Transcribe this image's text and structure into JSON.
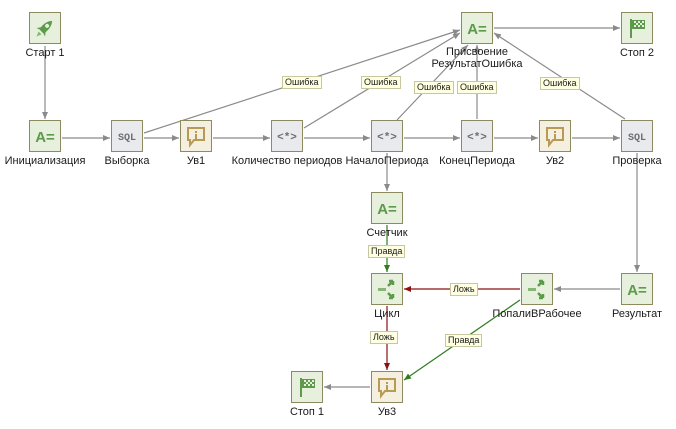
{
  "diagram": {
    "nodes": [
      {
        "id": "start1",
        "label": "Старт 1",
        "icon": "rocket-icon",
        "style": "green"
      },
      {
        "id": "init",
        "label": "Инициализация",
        "icon": "assign-icon",
        "style": "green"
      },
      {
        "id": "select",
        "label": "Выборка",
        "icon": "sql-icon",
        "style": "gray"
      },
      {
        "id": "uv1",
        "label": "Ув1",
        "icon": "notification-icon",
        "style": "yellow"
      },
      {
        "id": "count",
        "label": "Количество периодов",
        "icon": "expression-icon",
        "style": "gray"
      },
      {
        "id": "pstart",
        "label": "НачалоПериода",
        "icon": "expression-icon",
        "style": "gray"
      },
      {
        "id": "pend",
        "label": "КонецПериода",
        "icon": "expression-icon",
        "style": "gray"
      },
      {
        "id": "uv2",
        "label": "Ув2",
        "icon": "notification-icon",
        "style": "yellow"
      },
      {
        "id": "check",
        "label": "Проверка",
        "icon": "sql-icon",
        "style": "gray"
      },
      {
        "id": "assignerr",
        "label": "Присвоение\nРезультатОшибка",
        "label_line1": "Присвоение",
        "label_line2": "РезультатОшибка",
        "icon": "assign-icon",
        "style": "green"
      },
      {
        "id": "stop2",
        "label": "Стоп 2",
        "icon": "finish-flag-icon",
        "style": "green"
      },
      {
        "id": "counter",
        "label": "Счетчик",
        "icon": "assign-icon",
        "style": "green"
      },
      {
        "id": "loop",
        "label": "Цикл",
        "icon": "branch-icon",
        "style": "green"
      },
      {
        "id": "inwork",
        "label": "ПопалиВРабочее",
        "icon": "branch-icon",
        "style": "green"
      },
      {
        "id": "result",
        "label": "Результат",
        "icon": "assign-icon",
        "style": "green"
      },
      {
        "id": "uv3",
        "label": "Ув3",
        "icon": "notification-icon",
        "style": "yellow"
      },
      {
        "id": "stop1",
        "label": "Стоп 1",
        "icon": "finish-flag-icon",
        "style": "green"
      }
    ],
    "edges": [
      {
        "from": "start1",
        "to": "init",
        "label": "",
        "kind": "normal"
      },
      {
        "from": "init",
        "to": "select",
        "label": "",
        "kind": "normal"
      },
      {
        "from": "select",
        "to": "uv1",
        "label": "",
        "kind": "normal"
      },
      {
        "from": "uv1",
        "to": "count",
        "label": "",
        "kind": "normal"
      },
      {
        "from": "count",
        "to": "pstart",
        "label": "",
        "kind": "normal"
      },
      {
        "from": "pstart",
        "to": "pend",
        "label": "",
        "kind": "normal"
      },
      {
        "from": "pend",
        "to": "uv2",
        "label": "",
        "kind": "normal"
      },
      {
        "from": "uv2",
        "to": "check",
        "label": "",
        "kind": "normal"
      },
      {
        "from": "assignerr",
        "to": "stop2",
        "label": "",
        "kind": "normal"
      },
      {
        "from": "select",
        "to": "assignerr",
        "label": "Ошибка",
        "kind": "normal"
      },
      {
        "from": "count",
        "to": "assignerr",
        "label": "Ошибка",
        "kind": "normal"
      },
      {
        "from": "pstart",
        "to": "assignerr",
        "label": "Ошибка",
        "kind": "normal"
      },
      {
        "from": "pend",
        "to": "assignerr",
        "label": "Ошибка",
        "kind": "normal"
      },
      {
        "from": "check",
        "to": "assignerr",
        "label": "Ошибка",
        "kind": "normal"
      },
      {
        "from": "pstart",
        "to": "counter",
        "label": "",
        "kind": "normal"
      },
      {
        "from": "counter",
        "to": "loop",
        "label": "Правда",
        "kind": "true"
      },
      {
        "from": "check",
        "to": "result",
        "label": "",
        "kind": "normal"
      },
      {
        "from": "result",
        "to": "inwork",
        "label": "",
        "kind": "normal"
      },
      {
        "from": "inwork",
        "to": "loop",
        "label": "Ложь",
        "kind": "false"
      },
      {
        "from": "loop",
        "to": "uv3",
        "label": "Ложь",
        "kind": "false"
      },
      {
        "from": "inwork",
        "to": "uv3",
        "label": "Правда",
        "kind": "true"
      },
      {
        "from": "uv3",
        "to": "stop1",
        "label": "",
        "kind": "normal"
      }
    ],
    "colors": {
      "normal": "#8a8a8a",
      "true": "#2e7d1e",
      "false": "#8b1010",
      "icon_green": "#5e9a4c",
      "icon_gray": "#6b6e73",
      "icon_yellow": "#b99a55"
    }
  }
}
